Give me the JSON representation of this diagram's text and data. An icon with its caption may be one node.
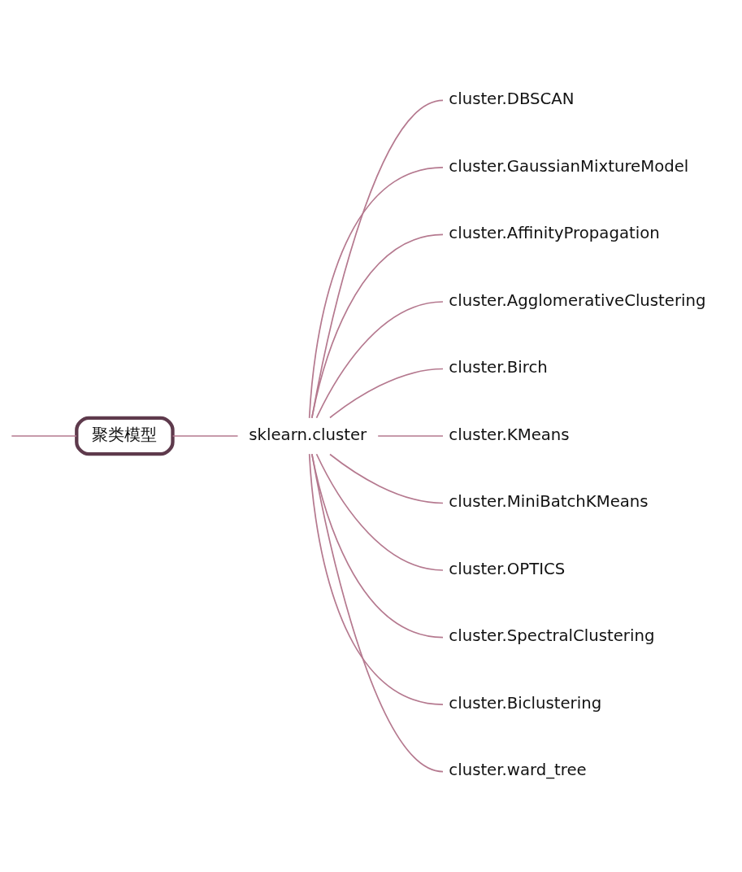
{
  "diagram": {
    "nodes": [
      {
        "text": [
          "聚类模型"
        ]
      },
      {
        "text": [
          "sklearn.cluster"
        ]
      },
      {
        "text": [
          "cluster.DBSCAN"
        ]
      },
      {
        "text": [
          "cluster.GaussianMixtureModel"
        ]
      },
      {
        "text": [
          "cluster.AffinityPropagation"
        ]
      },
      {
        "text": [
          "cluster.AgglomerativeClustering"
        ]
      },
      {
        "text": [
          "cluster.Birch"
        ]
      },
      {
        "text": [
          "cluster.KMeans"
        ]
      },
      {
        "text": [
          "cluster.MiniBatchKMeans"
        ]
      },
      {
        "text": [
          "cluster.OPTICS"
        ]
      },
      {
        "text": [
          "cluster.SpectralClustering"
        ]
      },
      {
        "text": [
          "cluster.Biclustering"
        ]
      },
      {
        "text": [
          "cluster.ward_tree"
        ]
      }
    ],
    "edges": [
      {
        "from": null,
        "to": 0,
        "arrow": "none"
      },
      {
        "from": 0,
        "to": 1,
        "arrow": "none"
      },
      {
        "from": 1,
        "to": 2,
        "arrow": "none"
      },
      {
        "from": 1,
        "to": 3,
        "arrow": "none"
      },
      {
        "from": 1,
        "to": 4,
        "arrow": "none"
      },
      {
        "from": 1,
        "to": 5,
        "arrow": "none"
      },
      {
        "from": 1,
        "to": 6,
        "arrow": "none"
      },
      {
        "from": 1,
        "to": 7,
        "arrow": "none"
      },
      {
        "from": 1,
        "to": 8,
        "arrow": "none"
      },
      {
        "from": 1,
        "to": 9,
        "arrow": "none"
      },
      {
        "from": 1,
        "to": 10,
        "arrow": "none"
      },
      {
        "from": 1,
        "to": 11,
        "arrow": "none"
      },
      {
        "from": 1,
        "to": 12,
        "arrow": "none"
      }
    ]
  }
}
